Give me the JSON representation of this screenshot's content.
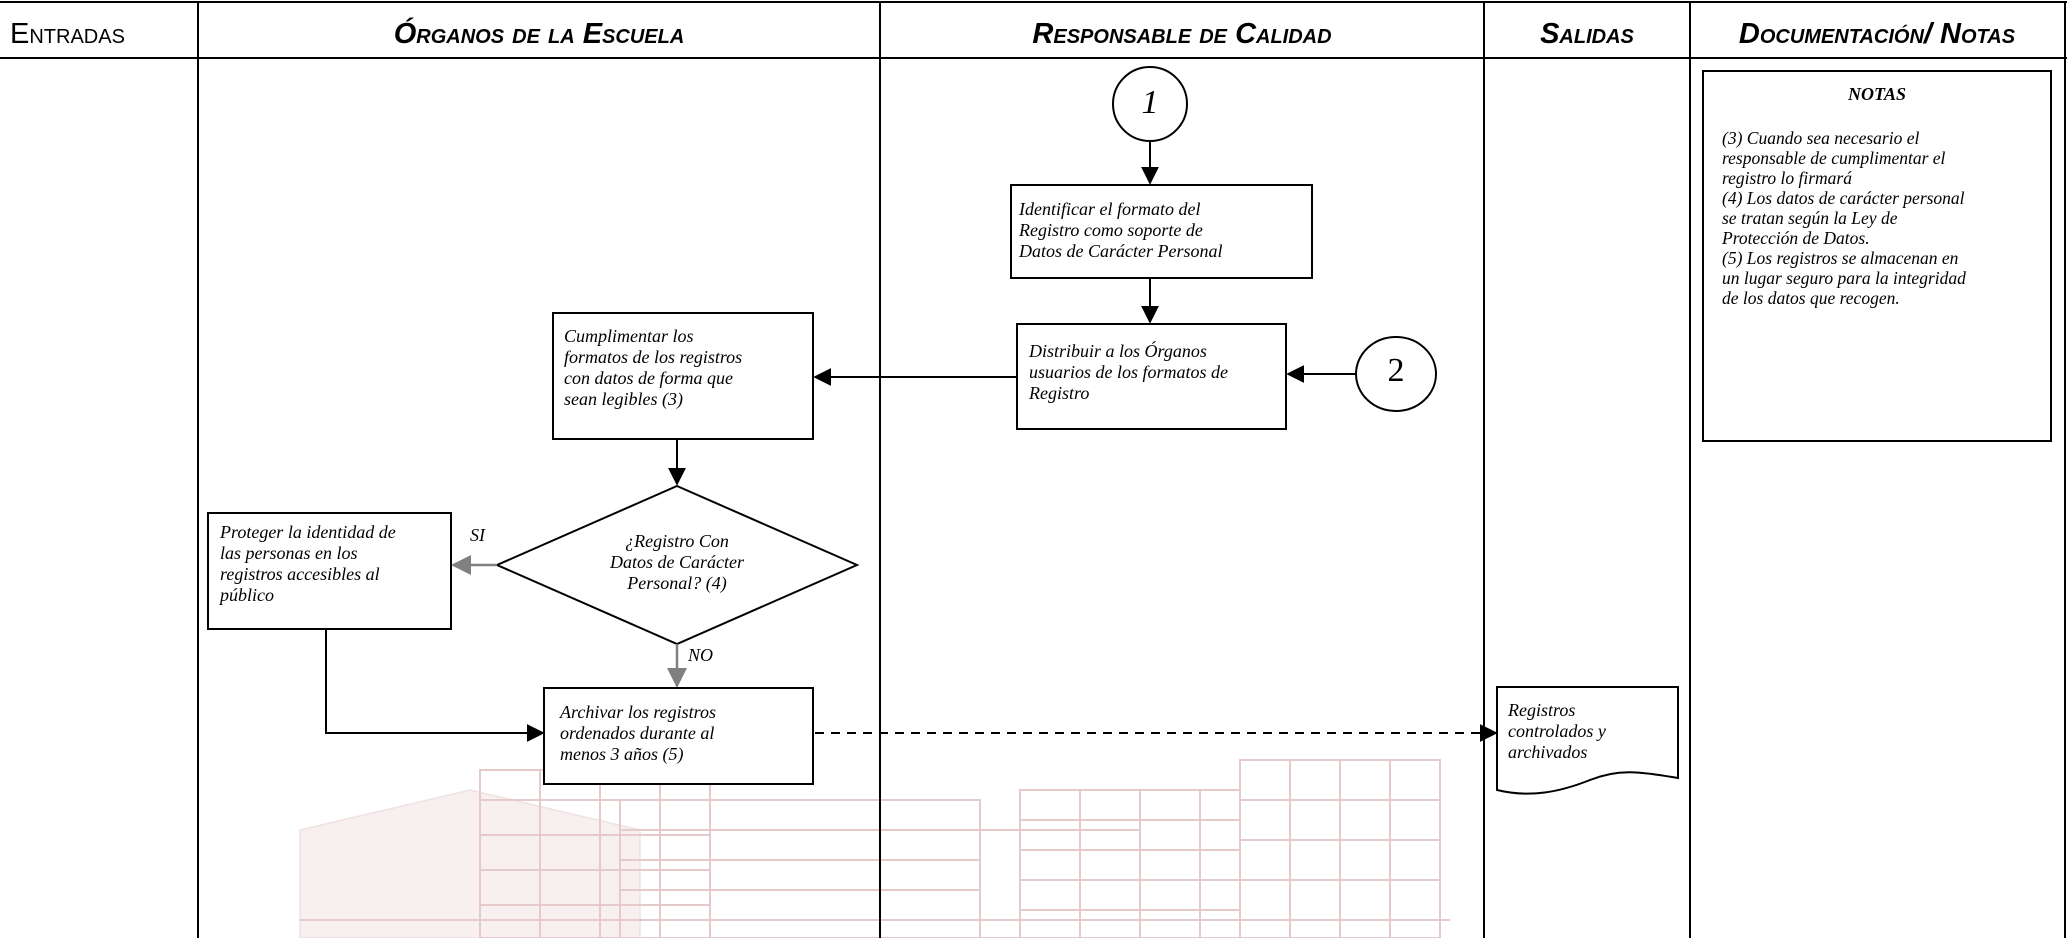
{
  "lanes": {
    "entradas": "Entradas",
    "organos": "Órganos de la Escuela",
    "responsable": "Responsable de Calidad",
    "salidas": "Salidas",
    "documentacion": "Documentación/ Notas"
  },
  "connectors": {
    "start": "1",
    "entry": "2"
  },
  "nodes": {
    "identificar": [
      "Identificar el formato del",
      "Registro como soporte de",
      "Datos de Carácter Personal"
    ],
    "distribuir": [
      "Distribuir a los Órganos",
      "usuarios de los formatos de",
      "Registro"
    ],
    "cumplimentar": [
      "Cumplimentar  los",
      "formatos de los registros",
      "con datos de forma que",
      "sean legibles (3)"
    ],
    "decision": [
      "¿Registro Con",
      "Datos de Carácter",
      "Personal? (4)"
    ],
    "proteger": [
      "Proteger la identidad de",
      "las personas en los",
      "registros accesibles al",
      "público"
    ],
    "archivar": [
      "Archivar los registros",
      "ordenados durante al",
      "menos 3 años (5)"
    ],
    "salida_registros": [
      "Registros",
      "controlados y",
      "archivados"
    ]
  },
  "branch_labels": {
    "yes": "SI",
    "no": "NO"
  },
  "notes": {
    "title": "NOTAS",
    "lines": [
      "(3) Cuando sea necesario el",
      "responsable de cumplimentar el",
      "registro lo firmará",
      "(4) Los datos de carácter personal",
      "se tratan según la Ley de",
      "Protección de Datos.",
      "(5) Los registros se almacenan en",
      "un lugar seguro para la integridad",
      "de los datos que recogen."
    ]
  },
  "colors": {
    "line": "#000000",
    "branch_arrow": "#808080",
    "watermark": "#e6c9cb"
  }
}
